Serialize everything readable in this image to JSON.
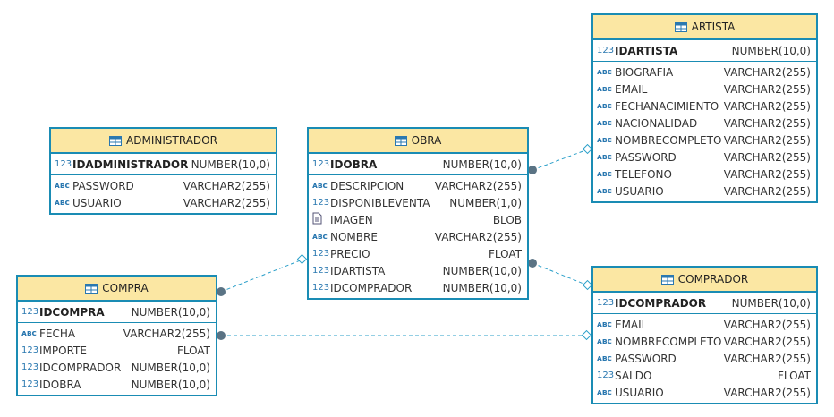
{
  "tables": {
    "administrador": {
      "title": "ADMINISTRADOR",
      "pk": {
        "icon": "123",
        "name": "IDADMINISTRADOR",
        "type": "NUMBER(10,0)"
      },
      "columns": [
        {
          "icon": "ABC",
          "name": "PASSWORD",
          "type": "VARCHAR2(255)"
        },
        {
          "icon": "ABC",
          "name": "USUARIO",
          "type": "VARCHAR2(255)"
        }
      ]
    },
    "obra": {
      "title": "OBRA",
      "pk": {
        "icon": "123",
        "name": "IDOBRA",
        "type": "NUMBER(10,0)"
      },
      "columns": [
        {
          "icon": "ABC",
          "name": "DESCRIPCION",
          "type": "VARCHAR2(255)"
        },
        {
          "icon": "123",
          "name": "DISPONIBLEVENTA",
          "type": "NUMBER(1,0)"
        },
        {
          "icon": "FILE",
          "name": "IMAGEN",
          "type": "BLOB"
        },
        {
          "icon": "ABC",
          "name": "NOMBRE",
          "type": "VARCHAR2(255)"
        },
        {
          "icon": "123",
          "name": "PRECIO",
          "type": "FLOAT"
        },
        {
          "icon": "123",
          "name": "IDARTISTA",
          "type": "NUMBER(10,0)"
        },
        {
          "icon": "123",
          "name": "IDCOMPRADOR",
          "type": "NUMBER(10,0)"
        }
      ]
    },
    "artista": {
      "title": "ARTISTA",
      "pk": {
        "icon": "123",
        "name": "IDARTISTA",
        "type": "NUMBER(10,0)"
      },
      "columns": [
        {
          "icon": "ABC",
          "name": "BIOGRAFIA",
          "type": "VARCHAR2(255)"
        },
        {
          "icon": "ABC",
          "name": "EMAIL",
          "type": "VARCHAR2(255)"
        },
        {
          "icon": "ABC",
          "name": "FECHANACIMIENTO",
          "type": "VARCHAR2(255)"
        },
        {
          "icon": "ABC",
          "name": "NACIONALIDAD",
          "type": "VARCHAR2(255)"
        },
        {
          "icon": "ABC",
          "name": "NOMBRECOMPLETO",
          "type": "VARCHAR2(255)"
        },
        {
          "icon": "ABC",
          "name": "PASSWORD",
          "type": "VARCHAR2(255)"
        },
        {
          "icon": "ABC",
          "name": "TELEFONO",
          "type": "VARCHAR2(255)"
        },
        {
          "icon": "ABC",
          "name": "USUARIO",
          "type": "VARCHAR2(255)"
        }
      ]
    },
    "compra": {
      "title": "COMPRA",
      "pk": {
        "icon": "123",
        "name": "IDCOMPRA",
        "type": "NUMBER(10,0)"
      },
      "columns": [
        {
          "icon": "ABC",
          "name": "FECHA",
          "type": "VARCHAR2(255)"
        },
        {
          "icon": "123",
          "name": "IMPORTE",
          "type": "FLOAT"
        },
        {
          "icon": "123",
          "name": "IDCOMPRADOR",
          "type": "NUMBER(10,0)"
        },
        {
          "icon": "123",
          "name": "IDOBRA",
          "type": "NUMBER(10,0)"
        }
      ]
    },
    "comprador": {
      "title": "COMPRADOR",
      "pk": {
        "icon": "123",
        "name": "IDCOMPRADOR",
        "type": "NUMBER(10,0)"
      },
      "columns": [
        {
          "icon": "ABC",
          "name": "EMAIL",
          "type": "VARCHAR2(255)"
        },
        {
          "icon": "ABC",
          "name": "NOMBRECOMPLETO",
          "type": "VARCHAR2(255)"
        },
        {
          "icon": "ABC",
          "name": "PASSWORD",
          "type": "VARCHAR2(255)"
        },
        {
          "icon": "123",
          "name": "SALDO",
          "type": "FLOAT"
        },
        {
          "icon": "ABC",
          "name": "USUARIO",
          "type": "VARCHAR2(255)"
        }
      ]
    }
  },
  "relations": [
    {
      "from": "obra",
      "to": "artista"
    },
    {
      "from": "obra",
      "to": "comprador"
    },
    {
      "from": "compra",
      "to": "obra"
    },
    {
      "from": "compra",
      "to": "comprador"
    }
  ],
  "colors": {
    "border": "#1a8cb4",
    "header": "#fbe7a3",
    "link": "#2a9fc9",
    "dot": "#5a7384"
  }
}
